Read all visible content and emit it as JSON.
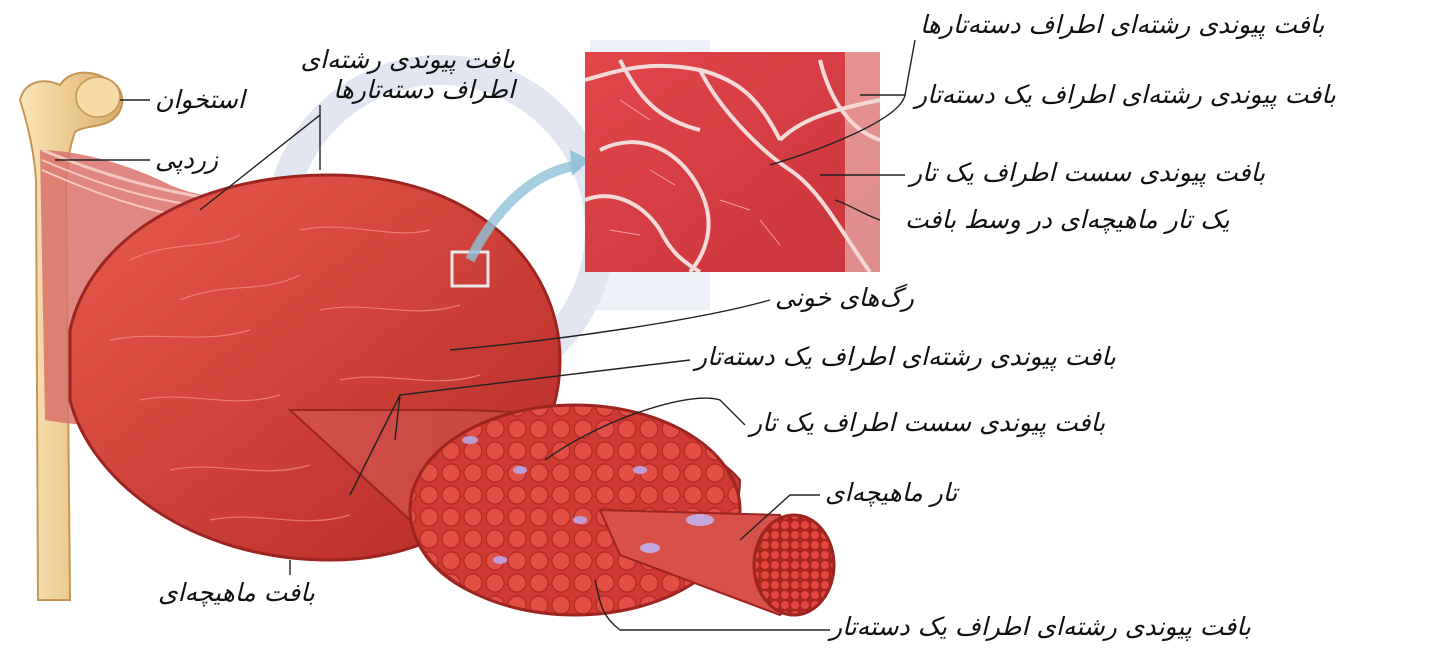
{
  "labels": {
    "bone": "استخوان",
    "tendon": "زردپی",
    "epimysium_line1": "بافت پیوندی رشته‌ای",
    "epimysium_line2": "اطراف دسته‌تارها",
    "muscle_tissue": "بافت ماهیچه‌ای",
    "micro_epimysium": "بافت پیوندی رشته‌ای اطراف دسته‌تارها",
    "micro_perimysium": "بافت پیوندی رشته‌ای اطراف یک دسته‌تار",
    "micro_endomysium": "بافت پیوندی سست اطراف یک تار",
    "micro_fiber": "یک تار ماهیچه‌ای در وسط بافت",
    "blood_vessels": "رگ‌های خونی",
    "perimysium": "بافت پیوندی رشته‌ای اطراف یک دسته‌تار",
    "endomysium": "بافت پیوندی سست اطراف یک تار",
    "muscle_fiber": "تار ماهیچه‌ای",
    "perimysium_bottom": "بافت پیوندی رشته‌ای اطراف یک دسته‌تار"
  },
  "colors": {
    "muscle": "#d63a33",
    "muscle_dark": "#b52a25",
    "bone": "#f2d49a",
    "tendon": "#e9d8d4",
    "micro_bg": "#e0474a",
    "leader": "#222222",
    "watermark": "#c9d2e6"
  }
}
